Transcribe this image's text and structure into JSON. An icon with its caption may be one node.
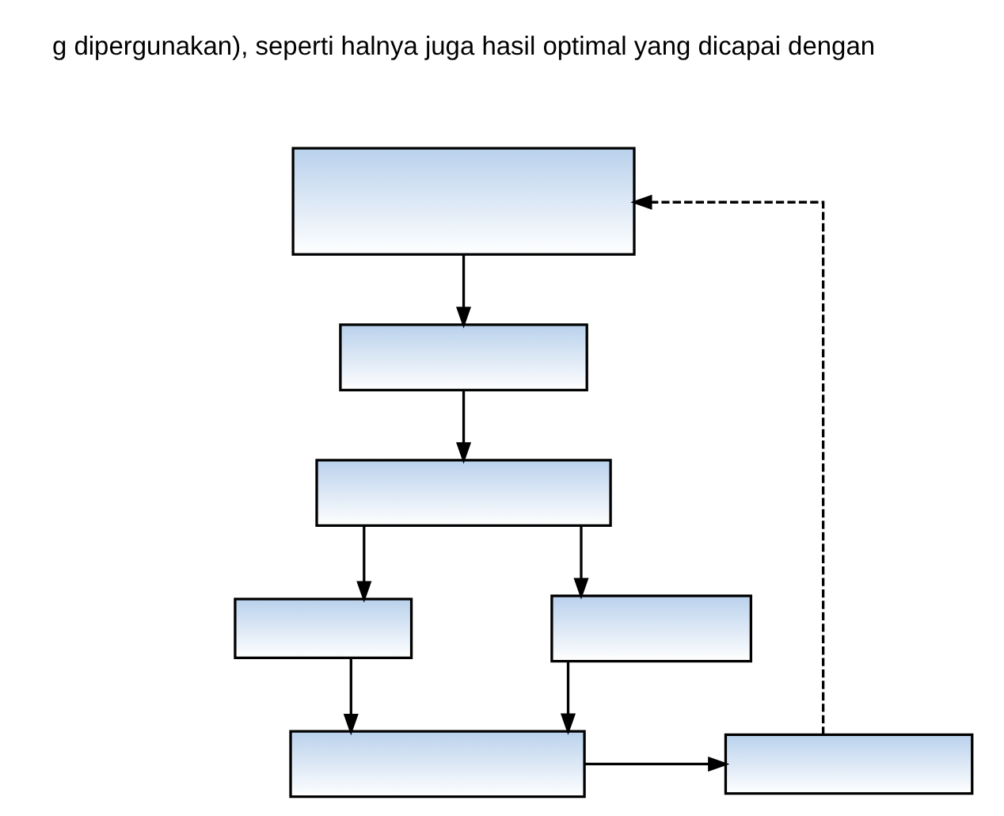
{
  "diagram": {
    "nodes": [
      {
        "text": [],
        "shape": "box"
      },
      {
        "text": [],
        "shape": "box"
      },
      {
        "text": [],
        "shape": "box"
      },
      {
        "text": [],
        "shape": "box"
      },
      {
        "text": [],
        "shape": "box"
      },
      {
        "text": [],
        "shape": "box"
      },
      {
        "text": [],
        "shape": "box"
      }
    ],
    "edges": [
      {
        "from": 0,
        "to": 1,
        "arrow": "to"
      },
      {
        "from": 1,
        "to": 2,
        "arrow": "to"
      },
      {
        "from": 2,
        "to": 3,
        "arrow": "to"
      },
      {
        "from": 2,
        "to": 4,
        "arrow": "to"
      },
      {
        "from": 3,
        "to": 5,
        "arrow": "to"
      },
      {
        "from": 4,
        "to": 5,
        "arrow": "to"
      },
      {
        "from": 5,
        "to": 6,
        "arrow": "to"
      },
      {
        "from": 6,
        "to": 0,
        "arrow": "to",
        "style": "dashed"
      }
    ],
    "labels": [
      "g dipergunakan), seperti halnya juga hasil optimal yang dicapai dengan"
    ]
  }
}
